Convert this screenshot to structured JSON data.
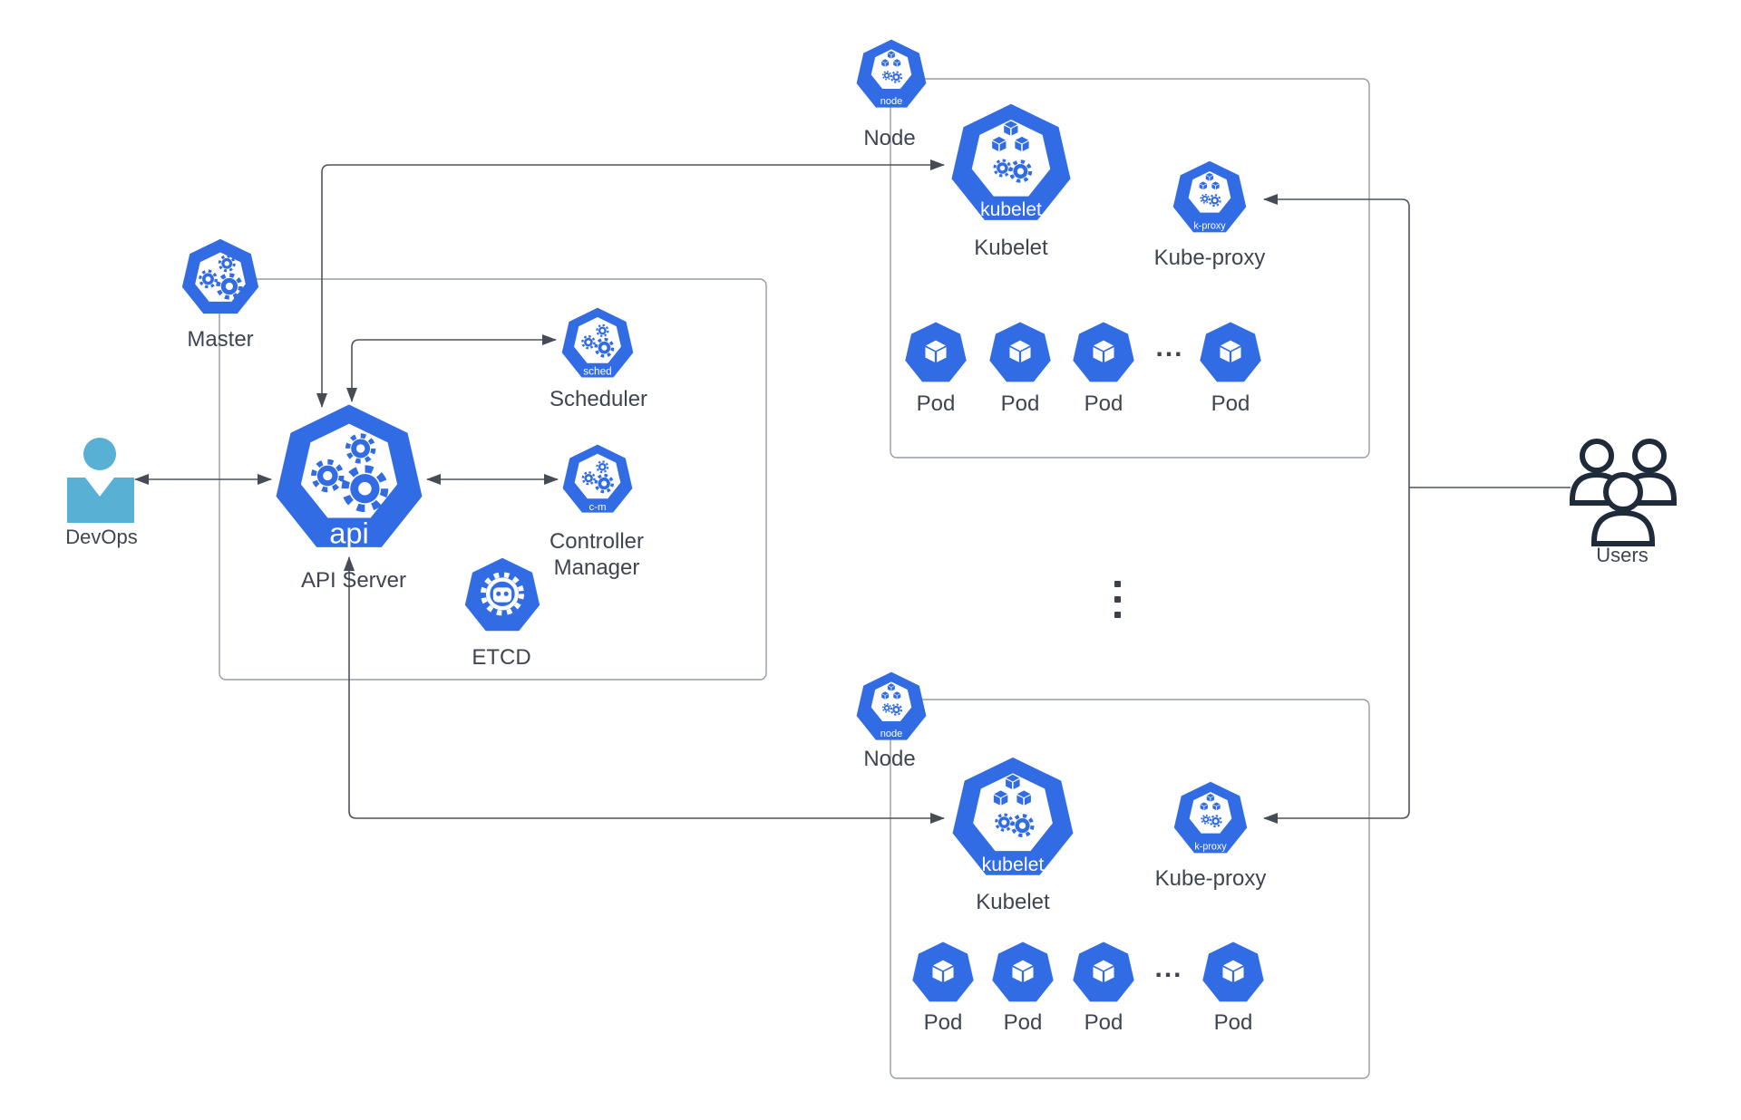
{
  "title": "Kubernetes architecture diagram",
  "colors": {
    "k8s_blue": "#326ce5",
    "devops_blue": "#58b0d4",
    "edge_line": "#4d545c",
    "box_border": "#959ca6",
    "text": "#3f4550",
    "users_stroke": "#1f2a3a"
  },
  "actors": {
    "devops": {
      "label": "DevOps"
    },
    "users": {
      "label": "Users"
    }
  },
  "master_group": {
    "label": "Master",
    "components": {
      "api_server": {
        "label": "API Server",
        "badge": "api"
      },
      "scheduler": {
        "label": "Scheduler",
        "badge": "sched"
      },
      "controller_manager": {
        "label": "Controller Manager",
        "badge": "c-m"
      },
      "etcd": {
        "label": "ETCD"
      }
    }
  },
  "nodes": [
    {
      "label": "Node",
      "badge": "node",
      "kubelet": {
        "label": "Kubelet",
        "badge": "kubelet"
      },
      "kube_proxy": {
        "label": "Kube-proxy",
        "badge": "k-proxy"
      },
      "pods": [
        {
          "label": "Pod"
        },
        {
          "label": "Pod"
        },
        {
          "label": "Pod"
        },
        {
          "label": "Pod"
        }
      ],
      "pods_ellipsis": "..."
    },
    {
      "label": "Node",
      "badge": "node",
      "kubelet": {
        "label": "Kubelet",
        "badge": "kubelet"
      },
      "kube_proxy": {
        "label": "Kube-proxy",
        "badge": "k-proxy"
      },
      "pods": [
        {
          "label": "Pod"
        },
        {
          "label": "Pod"
        },
        {
          "label": "Pod"
        },
        {
          "label": "Pod"
        }
      ],
      "pods_ellipsis": "..."
    }
  ],
  "more_nodes_indicator": "⋮"
}
